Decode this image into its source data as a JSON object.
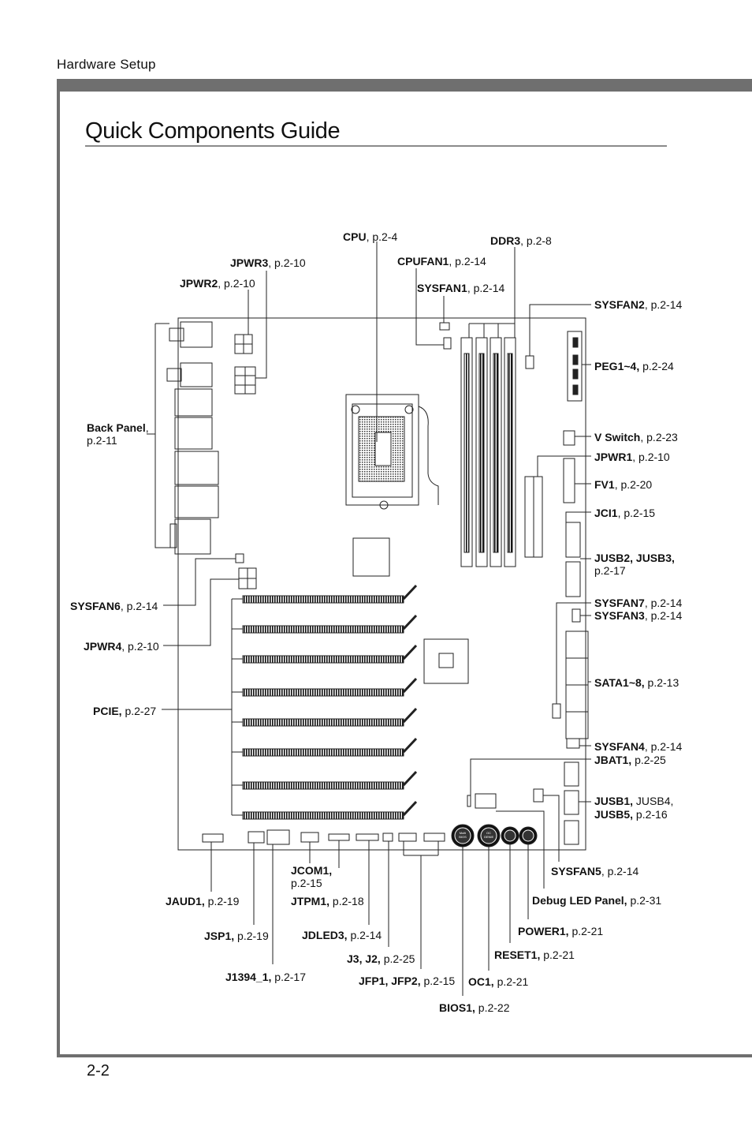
{
  "header": {
    "section": "Hardware Setup"
  },
  "page": {
    "title": "Quick Components Guide",
    "number": "2-2"
  },
  "board_marks": {
    "bios_button": "Multi\nBIOS",
    "oc_button": "OC\nGENIE"
  },
  "labels": [
    {
      "id": "cpu",
      "name": "CPU",
      "page": ", p.2-4"
    },
    {
      "id": "ddr3",
      "name": "DDR3",
      "page": ", p.2-8"
    },
    {
      "id": "jpwr3",
      "name": "JPWR3",
      "page": ", p.2-10"
    },
    {
      "id": "cpufan1",
      "name": "CPUFAN1",
      "page": ", p.2-14"
    },
    {
      "id": "jpwr2",
      "name": "JPWR2",
      "page": ", p.2-10"
    },
    {
      "id": "sysfan1",
      "name": "SYSFAN1",
      "page": ", p.2-14"
    },
    {
      "id": "sysfan2",
      "name": "SYSFAN2",
      "page": ", p.2-14"
    },
    {
      "id": "peg",
      "name": "PEG1~4,",
      "page": " p.2-24"
    },
    {
      "id": "backpanel",
      "name": "Back Panel",
      "page": ",",
      "page2": "p.2-11"
    },
    {
      "id": "vswitch",
      "name": "V Switch",
      "page": ", p.2-23"
    },
    {
      "id": "jpwr1",
      "name": "JPWR1",
      "page": ", p.2-10"
    },
    {
      "id": "fv1",
      "name": "FV1",
      "page": ", p.2-20"
    },
    {
      "id": "jci1",
      "name": "JCI1",
      "page": ", p.2-15"
    },
    {
      "id": "jusb23",
      "name": "JUSB2, JUSB3,",
      "page": "",
      "page2": "p.2-17"
    },
    {
      "id": "sysfan6",
      "name": "SYSFAN6",
      "page": ", p.2-14"
    },
    {
      "id": "sysfan7",
      "name": "SYSFAN7",
      "page": ", p.2-14"
    },
    {
      "id": "sysfan3",
      "name": "SYSFAN3",
      "page": ", p.2-14"
    },
    {
      "id": "jpwr4",
      "name": "JPWR4",
      "page": ", p.2-10"
    },
    {
      "id": "sata",
      "name": "SATA1~8,",
      "page": " p.2-13"
    },
    {
      "id": "pcie",
      "name": "PCIE,",
      "page": " p.2-27"
    },
    {
      "id": "sysfan4",
      "name": "SYSFAN4",
      "page": ", p.2-14"
    },
    {
      "id": "jbat1",
      "name": "JBAT1,",
      "page": " p.2-25"
    },
    {
      "id": "jusb1",
      "name": "JUSB1,",
      "page": " JUSB4,"
    },
    {
      "id": "jusb5",
      "name": "JUSB5,",
      "page": " p.2-16"
    },
    {
      "id": "sysfan5",
      "name": "SYSFAN5",
      "page": ", p.2-14"
    },
    {
      "id": "jcom1",
      "name": "JCOM1,",
      "page": "",
      "page2": "p.2-15"
    },
    {
      "id": "jaud1",
      "name": "JAUD1,",
      "page": " p.2-19"
    },
    {
      "id": "jtpm1",
      "name": "JTPM1,",
      "page": " p.2-18"
    },
    {
      "id": "debugled",
      "name": "Debug LED Panel,",
      "page": " p.2-31"
    },
    {
      "id": "jsp1",
      "name": "JSP1,",
      "page": " p.2-19"
    },
    {
      "id": "jdled3",
      "name": "JDLED3,",
      "page": " p.2-14"
    },
    {
      "id": "power1",
      "name": "POWER1,",
      "page": " p.2-21"
    },
    {
      "id": "j3j2",
      "name": "J3, J2,",
      "page": " p.2-25"
    },
    {
      "id": "reset1",
      "name": "RESET1,",
      "page": " p.2-21"
    },
    {
      "id": "j1394",
      "name": "J1394_1,",
      "page": " p.2-17"
    },
    {
      "id": "jfp",
      "name": "JFP1, JFP2,",
      "page": " p.2-15"
    },
    {
      "id": "oc1",
      "name": "OC1,",
      "page": " p.2-21"
    },
    {
      "id": "bios1",
      "name": "BIOS1,",
      "page": " p.2-22"
    }
  ]
}
